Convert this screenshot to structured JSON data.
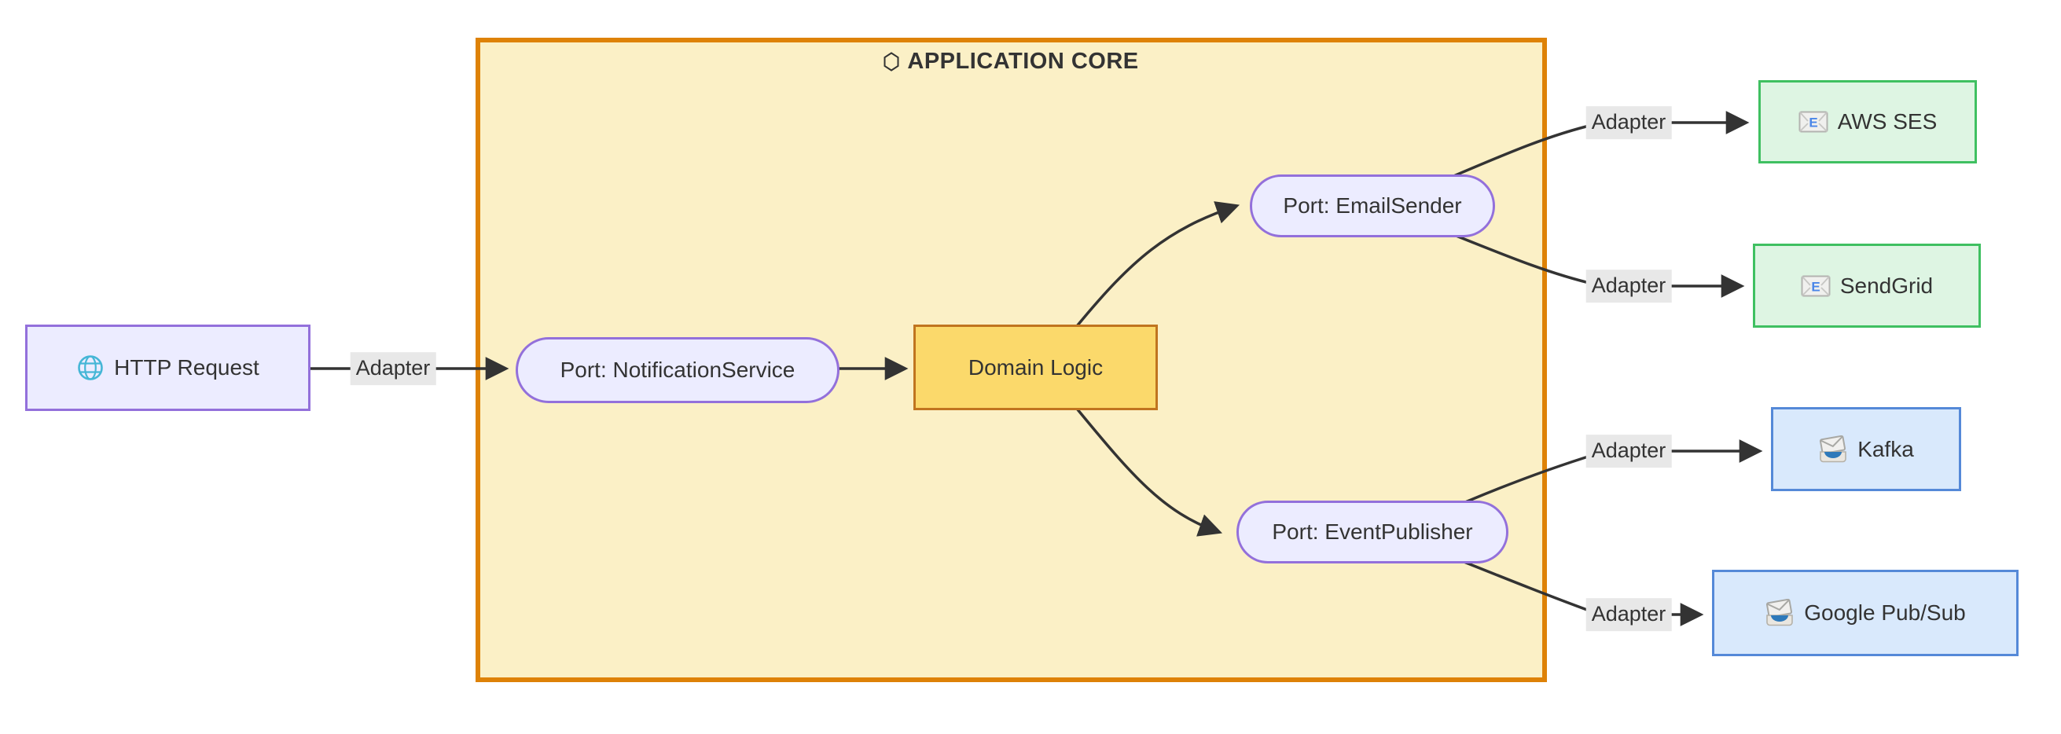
{
  "diagram": {
    "type": "flowchart-left-to-right",
    "core": {
      "label": "APPLICATION CORE",
      "icon": "hexagon-icon",
      "fill": "#fbf0c6",
      "border": "#de8207"
    },
    "nodes": {
      "http_request": {
        "label": "HTTP Request",
        "icon": "globe-icon",
        "shape": "rect",
        "fill": "#ececff",
        "border": "#9370db"
      },
      "port_notification": {
        "label": "Port: NotificationService",
        "icon": null,
        "shape": "stadium",
        "fill": "#ececff",
        "border": "#9370db"
      },
      "domain_logic": {
        "label": "Domain Logic",
        "icon": null,
        "shape": "rect",
        "fill": "#fbd96b",
        "border": "#c0741f"
      },
      "port_email": {
        "label": "Port: EmailSender",
        "icon": null,
        "shape": "stadium",
        "fill": "#ececff",
        "border": "#9370db"
      },
      "port_event": {
        "label": "Port: EventPublisher",
        "icon": null,
        "shape": "stadium",
        "fill": "#ececff",
        "border": "#9370db"
      },
      "aws_ses": {
        "label": "AWS SES",
        "icon": "email-icon",
        "shape": "rect",
        "fill": "#def5e3",
        "border": "#3fc061"
      },
      "sendgrid": {
        "label": "SendGrid",
        "icon": "email-icon",
        "shape": "rect",
        "fill": "#def5e3",
        "border": "#3fc061"
      },
      "kafka": {
        "label": "Kafka",
        "icon": "incoming-envelope-icon",
        "shape": "rect",
        "fill": "#d9e9fc",
        "border": "#5589d8"
      },
      "google_pubsub": {
        "label": "Google Pub/Sub",
        "icon": "incoming-envelope-icon",
        "shape": "rect",
        "fill": "#d9e9fc",
        "border": "#5589d8"
      }
    },
    "edge_labels": [
      "Adapter",
      "Adapter",
      "Adapter",
      "Adapter",
      "Adapter"
    ],
    "edges": [
      {
        "from": "HTTP Request",
        "to": "Port: NotificationService",
        "label": "Adapter"
      },
      {
        "from": "Port: NotificationService",
        "to": "Domain Logic",
        "label": ""
      },
      {
        "from": "Domain Logic",
        "to": "Port: EmailSender",
        "label": ""
      },
      {
        "from": "Domain Logic",
        "to": "Port: EventPublisher",
        "label": ""
      },
      {
        "from": "Port: EmailSender",
        "to": "AWS SES",
        "label": "Adapter"
      },
      {
        "from": "Port: EmailSender",
        "to": "SendGrid",
        "label": "Adapter"
      },
      {
        "from": "Port: EventPublisher",
        "to": "Kafka",
        "label": "Adapter"
      },
      {
        "from": "Port: EventPublisher",
        "to": "Google Pub/Sub",
        "label": "Adapter"
      }
    ],
    "colors": {
      "edge": "#333333",
      "edge_label_bg": "#e8e8e8",
      "text": "#333333",
      "background": "#ffffff"
    }
  }
}
